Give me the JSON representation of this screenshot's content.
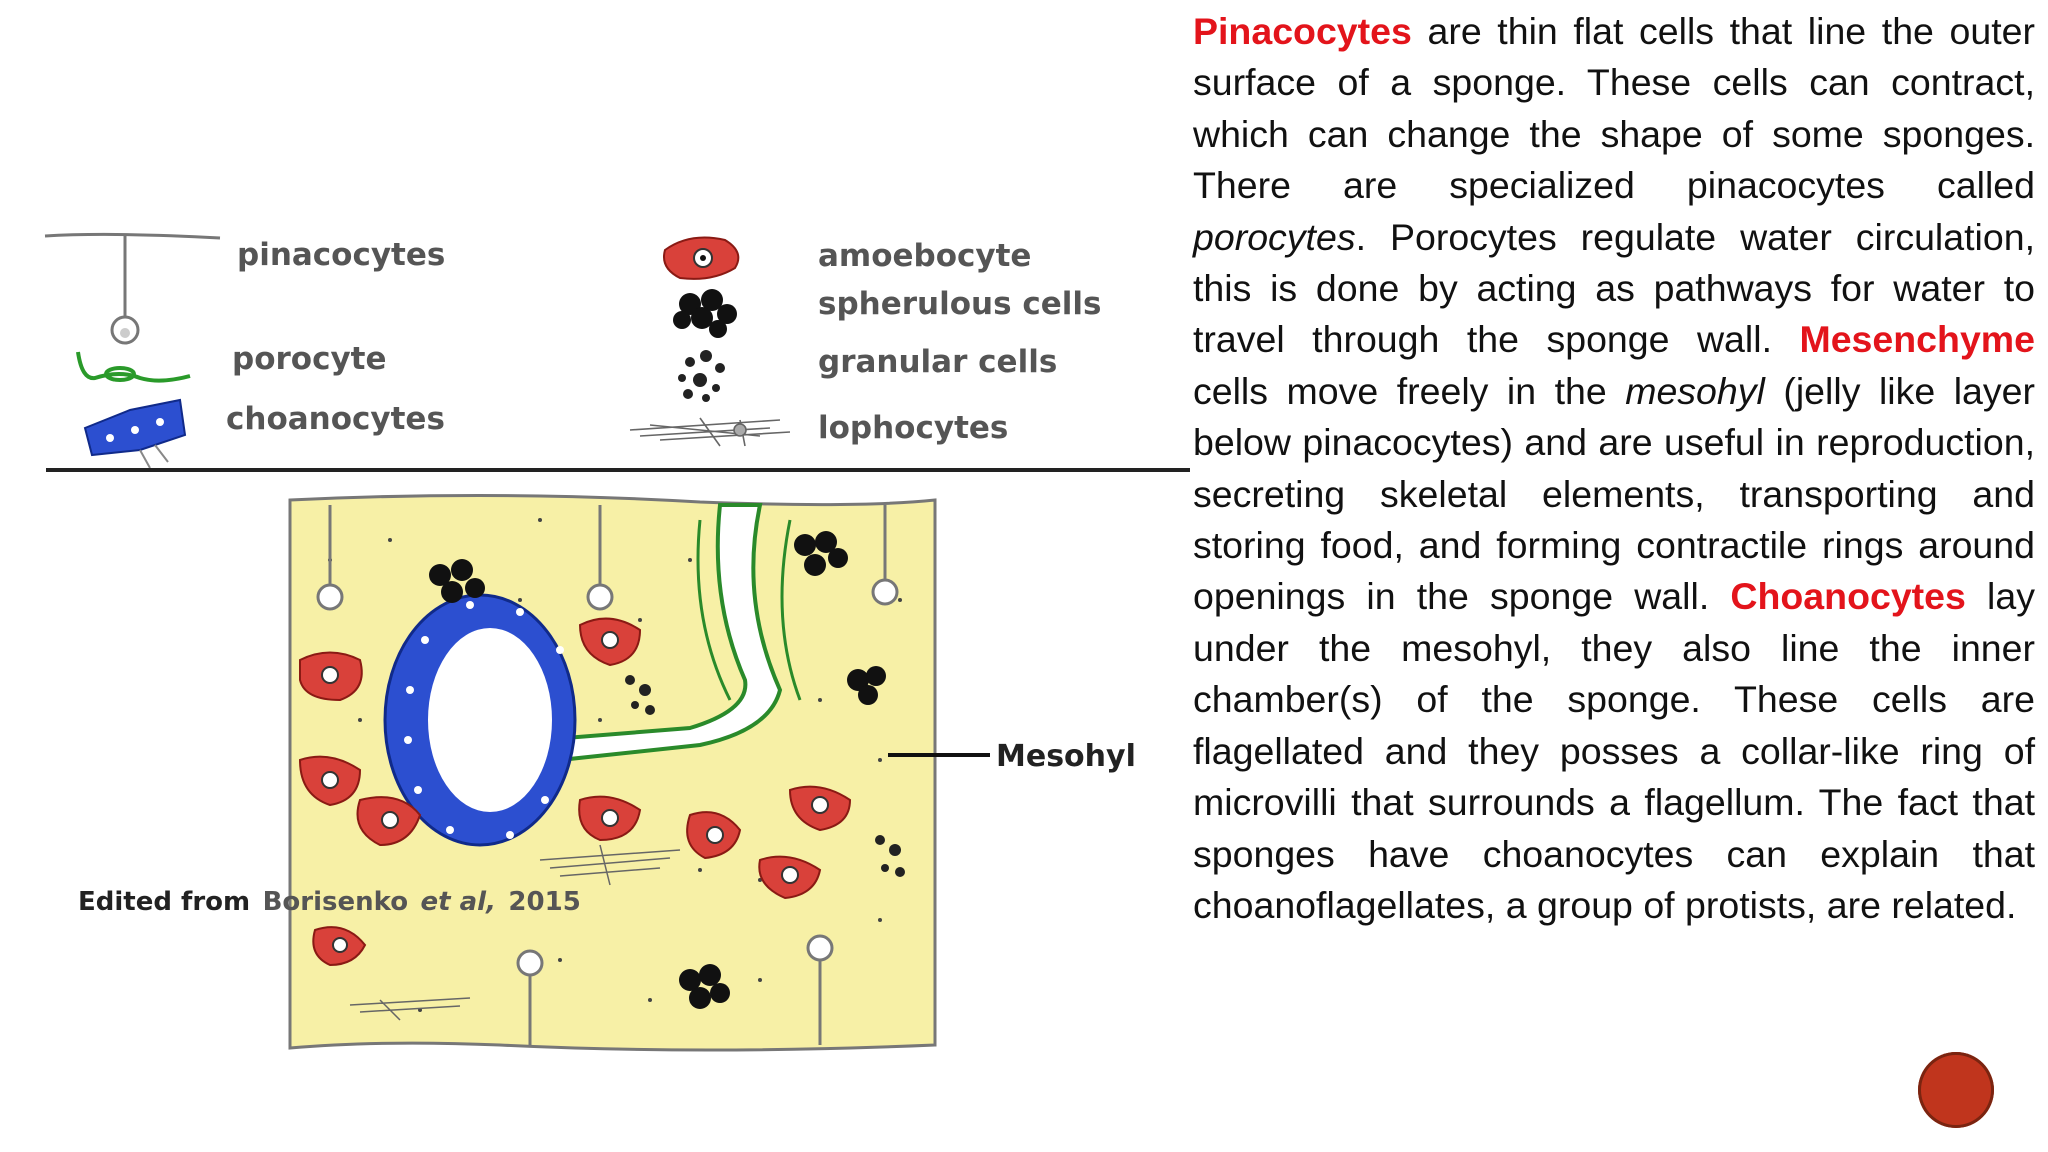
{
  "legend": {
    "pinacocytes": "pinacocytes",
    "porocyte": "porocyte",
    "choanocytes": "choanocytes",
    "amoebocyte": "amoebocyte",
    "spherulous": "spherulous cells",
    "granular": "granular cells",
    "lophocytes": "lophocytes"
  },
  "diagram": {
    "credit_prefix": "Edited from",
    "credit_source": "Borisenko",
    "credit_etal": "et al,",
    "credit_year": "2015",
    "mesohyl_label": "Mesohyl"
  },
  "text": {
    "p1_term": "Pinacocytes",
    "p1_a": " are thin flat cells that line the outer surface of a sponge. These cells can contract, which can change the shape of some sponges. There are specialized pinacocytes called ",
    "p1_em": "porocytes",
    "p1_b": ". Porocytes regulate water circulation, this is done by acting as pathways for water to travel through the sponge wall. ",
    "p2_term": "Mesenchyme",
    "p2_a": " cells move freely in the ",
    "p2_em": "mesohyl",
    "p2_b": " (jelly like layer below pinacocytes) and are useful in reproduction, secreting skeletal elements, transporting and storing food, and forming contractile rings around openings in the sponge wall. ",
    "p3_term": "Choanocytes",
    "p3_a": " lay under the mesohyl, they also line the inner chamber(s) of the sponge. These cells are flagellated and they posses a collar-like ring of microvilli that surrounds a flagellum. The fact that sponges have choanocytes can explain that choanoflagellates, a group of protists, are related."
  },
  "colors": {
    "term": "#e3141b",
    "mesohyl_fill": "#f7f0a6",
    "choanocyte_blue": "#2c4fd0",
    "amoebocyte_red": "#d9413a",
    "canal_green": "#2a8a2a"
  }
}
